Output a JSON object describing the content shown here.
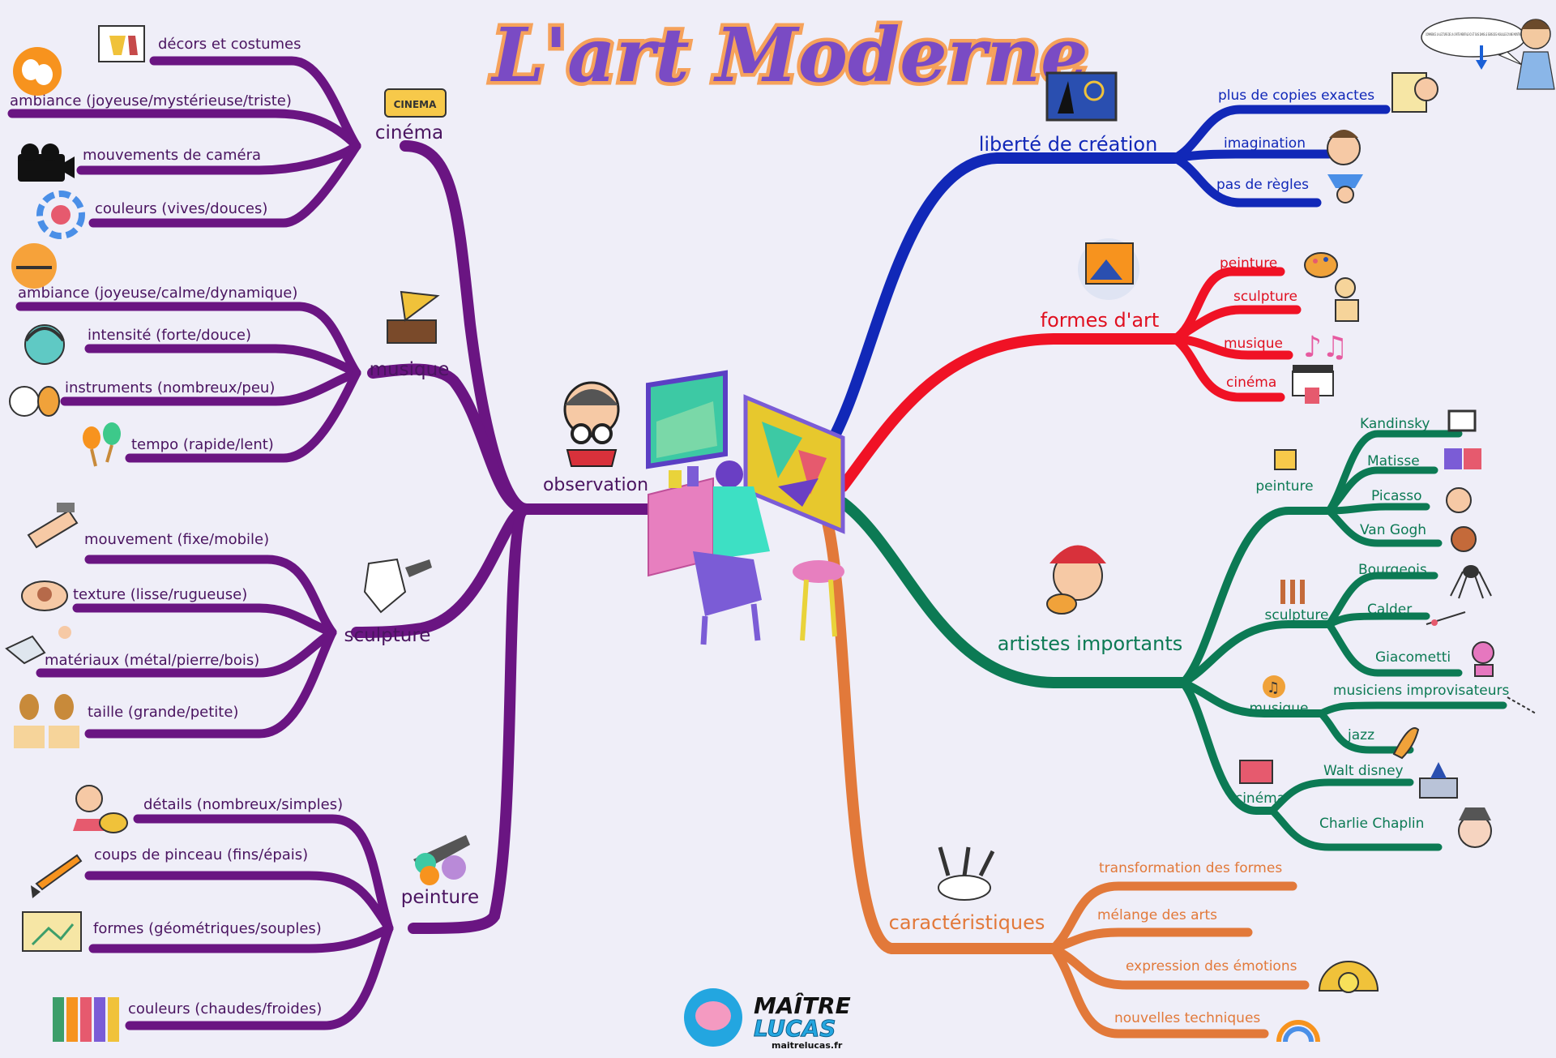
{
  "title": "L'art Moderne",
  "speech_bubble": "COMMENCE LA LECTURE DE LA CARTE MENTALE ICI ET SUIS DANS LE SENS DES AIGUILLES D'UNE MONTRE",
  "center_label": "observation",
  "brand": {
    "line1": "MAÎTRE",
    "line2": "LUCAS",
    "site": "maitrelucas.fr"
  },
  "colors": {
    "purple": "#6a1582",
    "blue": "#1128b8",
    "red": "#f01225",
    "green": "#0c7a54",
    "orange": "#e2793a",
    "bg": "#efeef8"
  },
  "branches": {
    "cinema": {
      "label": "cinéma",
      "items": [
        "décors et costumes",
        "ambiance (joyeuse/mystérieuse/triste)",
        "mouvements de caméra",
        "couleurs (vives/douces)"
      ]
    },
    "musique": {
      "label": "musique",
      "items": [
        "ambiance (joyeuse/calme/dynamique)",
        "intensité (forte/douce)",
        "instruments (nombreux/peu)",
        "tempo (rapide/lent)"
      ]
    },
    "sculpture": {
      "label": "sculpture",
      "items": [
        "mouvement (fixe/mobile)",
        "texture (lisse/rugueuse)",
        "matériaux (métal/pierre/bois)",
        "taille (grande/petite)"
      ]
    },
    "peinture": {
      "label": "peinture",
      "items": [
        "détails (nombreux/simples)",
        "coups de pinceau (fins/épais)",
        "formes (géométriques/souples)",
        "couleurs (chaudes/froides)"
      ]
    },
    "liberte": {
      "label": "liberté de création",
      "items": [
        "plus de copies exactes",
        "imagination",
        "pas de règles"
      ]
    },
    "formes": {
      "label": "formes d'art",
      "items": [
        "peinture",
        "sculpture",
        "musique",
        "cinéma"
      ]
    },
    "artistes": {
      "label": "artistes importants",
      "groups": [
        {
          "label": "peinture",
          "items": [
            "Kandinsky",
            "Matisse",
            "Picasso",
            "Van Gogh"
          ]
        },
        {
          "label": "sculpture",
          "items": [
            "Bourgeois",
            "Calder",
            "Giacometti"
          ]
        },
        {
          "label": "musique",
          "items": [
            "musiciens improvisateurs",
            "jazz"
          ]
        },
        {
          "label": "cinéma",
          "items": [
            "Walt disney",
            "Charlie Chaplin"
          ]
        }
      ]
    },
    "caracteristiques": {
      "label": "caractéristiques",
      "items": [
        "transformation des formes",
        "mélange des arts",
        "expression des émotions",
        "nouvelles techniques"
      ]
    }
  }
}
